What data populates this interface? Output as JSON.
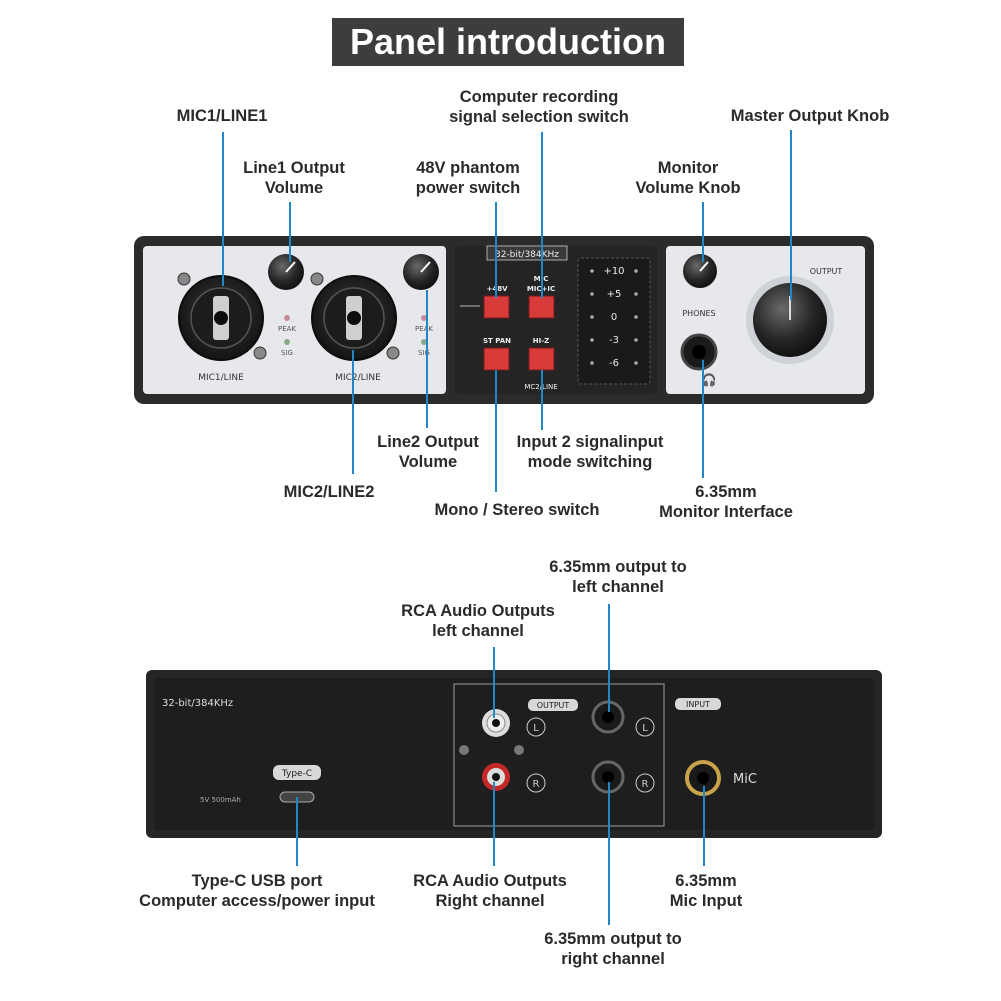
{
  "title": "Panel introduction",
  "colors": {
    "title_bg": "#3d3d3d",
    "callout_line": "#1e88c8",
    "switch_red": "#d93b3b",
    "device_body": "#2b2b2b",
    "panel_light": "#e6e8ec"
  },
  "front": {
    "device_labels": {
      "format": "32-bit/384KHz",
      "mic1": "MIC1/LINE",
      "mic2": "MIC2/LINE",
      "peak": "PEAK",
      "sig": "SIG",
      "plus48": "+48V",
      "st_pan": "ST PAN",
      "hi_z": "HI-Z",
      "mic_mode": "MIC",
      "mic_ic_mode": "MIC+IC",
      "mc2_line": "MC2/LINE",
      "phones": "PHONES",
      "output": "OUTPUT",
      "meter": [
        "+10",
        "+5",
        "0",
        "-3",
        "-6"
      ]
    },
    "callouts": {
      "mic1_line1": "MIC1/LINE1",
      "line1_output_volume": "Line1 Output\nVolume",
      "phantom": "48V phantom\npower switch",
      "rec_select": "Computer recording\nsignal selection switch",
      "monitor_knob": "Monitor\nVolume Knob",
      "master_knob": "Master Output Knob",
      "line2_output_volume": "Line2 Output\nVolume",
      "input2_mode": "Input 2 signalinput\nmode switching",
      "mic2_line2": "MIC2/LINE2",
      "mono_stereo": "Mono / Stereo switch",
      "monitor_interface": "6.35mm\nMonitor Interface"
    }
  },
  "rear": {
    "device_labels": {
      "format": "32-bit/384KHz",
      "type_c": "Type-C",
      "power": "5V 500mAh",
      "output": "OUTPUT",
      "input": "INPUT",
      "l": "L",
      "r": "R",
      "mic": "MiC"
    },
    "callouts": {
      "out_left_635": "6.35mm output to\nleft channel",
      "rca_left": "RCA Audio Outputs\nleft channel",
      "type_c_port": "Type-C USB port\nComputer access/power input",
      "rca_right": "RCA Audio Outputs\nRight channel",
      "mic_input": "6.35mm\nMic Input",
      "out_right_635": "6.35mm output to\nright channel"
    }
  }
}
